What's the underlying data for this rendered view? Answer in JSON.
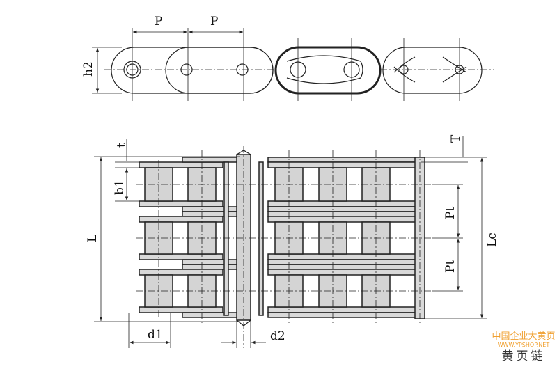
{
  "labels": {
    "pitch_1": "P",
    "pitch_2": "P",
    "plate_height": "h2",
    "plate_thickness_t": "t",
    "plate_thickness_T": "T",
    "inner_width": "b1",
    "pin_length": "L",
    "pin_length_connecting": "Lc",
    "transverse_pitch_1": "Pt",
    "transverse_pitch_2": "Pt",
    "roller_diameter": "d1",
    "pin_diameter": "d2"
  },
  "watermark": {
    "line1": "中国企业大黄页",
    "line2": "WWW.YPSHOP.NET",
    "line3": "黄页链"
  }
}
